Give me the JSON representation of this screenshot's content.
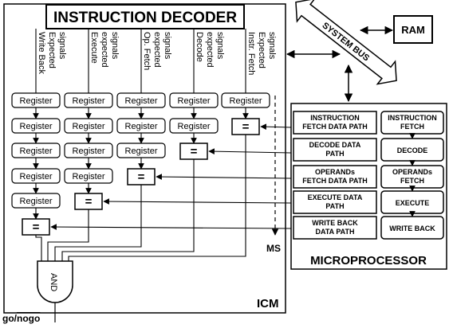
{
  "decoder": {
    "title": "INSTRUCTION DECODER"
  },
  "signal_labels": [
    [
      "Write Back",
      "Expected",
      "signals"
    ],
    [
      "Execute",
      "expected",
      "signals"
    ],
    [
      "Op. Fetch",
      "expected",
      "signals"
    ],
    [
      "Decode",
      "expected",
      "signals"
    ],
    [
      "Instr. Fetch",
      "Expected",
      "signals"
    ]
  ],
  "register_label": "Register",
  "comparator_label": "=",
  "and_label": "AND",
  "icm_label": "ICM",
  "ms_label": "MS",
  "go_nogo": {
    "prefix": "go/",
    "overlined": "nogo"
  },
  "system_bus_label": "SYSTEM BUS",
  "ram_label": "RAM",
  "microprocessor": {
    "title": "MICROPROCESSOR",
    "datapaths": [
      [
        "INSTRUCTION",
        "FETCH DATA PATH"
      ],
      [
        "DECODE DATA",
        "PATH"
      ],
      [
        "OPERANDs",
        "FETCH DATA PATH"
      ],
      [
        "EXECUTE DATA",
        "PATH"
      ],
      [
        "WRITE BACK",
        "DATA PATH"
      ]
    ],
    "stages": [
      [
        "INSTRUCTION",
        "FETCH"
      ],
      [
        "DECODE"
      ],
      [
        "OPERANDs",
        "FETCH"
      ],
      [
        "EXECUTE"
      ],
      [
        "WRITE BACK"
      ]
    ]
  }
}
